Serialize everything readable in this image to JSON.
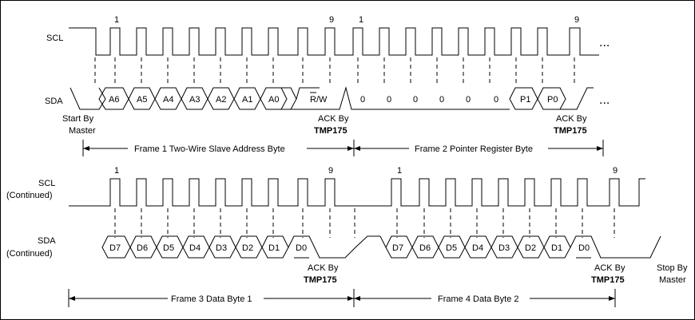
{
  "top": {
    "scl_label": "SCL",
    "sda_label": "SDA",
    "clk_num_1": "1",
    "clk_num_9": "9",
    "clk_num_1b": "1",
    "clk_num_9b": "9",
    "address_bits": [
      "A6",
      "A5",
      "A4",
      "A3",
      "A2",
      "A1",
      "A0"
    ],
    "rw_label_prefix": "R",
    "rw_label_suffix": "/W",
    "pointer_bits": [
      "0",
      "0",
      "0",
      "0",
      "0",
      "0",
      "P1",
      "P0"
    ],
    "ellipsis_scl": "...",
    "ellipsis_sda": "...",
    "start_line1": "Start By",
    "start_line2": "Master",
    "ack1_line1": "ACK By",
    "ack1_line2": "TMP175",
    "ack2_line1": "ACK By",
    "ack2_line2": "TMP175",
    "frame1": "Frame 1 Two-Wire Slave Address Byte",
    "frame2": "Frame 2 Pointer Register Byte"
  },
  "bottom": {
    "scl_label_1": "SCL",
    "scl_label_2": "(Continued)",
    "sda_label_1": "SDA",
    "sda_label_2": "(Continued)",
    "clk_num_1": "1",
    "clk_num_9": "9",
    "clk_num_1b": "1",
    "clk_num_9b": "9",
    "data_bits": [
      "D7",
      "D6",
      "D5",
      "D4",
      "D3",
      "D2",
      "D1",
      "D0"
    ],
    "data_bits_2": [
      "D7",
      "D6",
      "D5",
      "D4",
      "D3",
      "D2",
      "D1",
      "D0"
    ],
    "ack3_line1": "ACK By",
    "ack3_line2": "TMP175",
    "ack4_line1": "ACK By",
    "ack4_line2": "TMP175",
    "stop_line1": "Stop By",
    "stop_line2": "Master",
    "frame3": "Frame 3 Data Byte 1",
    "frame4": "Frame 4 Data Byte 2"
  }
}
